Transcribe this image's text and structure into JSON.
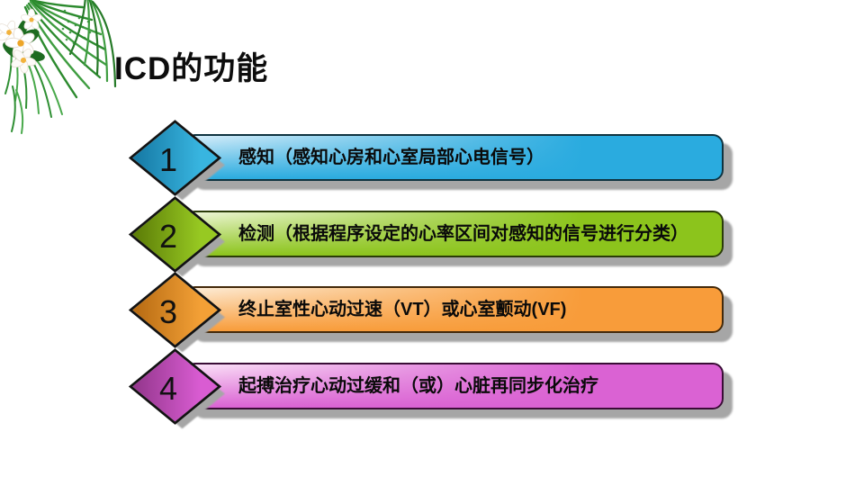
{
  "slide": {
    "title": "ICD的功能",
    "background": "#ffffff",
    "shadow_color": "#a6a6a6"
  },
  "decoration": {
    "description": "palm-leaves-with-white-plumeria-flowers",
    "leaf_green": "#2f8f33",
    "leaf_dark_green": "#1d6b20",
    "flower_white": "#ffffff",
    "flower_center": "#f2b23c"
  },
  "rows": [
    {
      "number": "1",
      "label": "感知（感知心房和心室局部心电信号）",
      "colors": {
        "barlight": "#d9eefa",
        "barmain": "#2aabdf",
        "ddark": "#177ba6",
        "dlight": "#38b5e0",
        "border": "#0f3340"
      }
    },
    {
      "number": "2",
      "label": "检测（根据程序设定的心率区间对感知的信号进行分类）",
      "colors": {
        "barlight": "#eff7da",
        "barmain": "#8cc41c",
        "ddark": "#5e7f08",
        "dlight": "#97c922",
        "border": "#2a3c08"
      }
    },
    {
      "number": "3",
      "label": "终止室性心动过速（VT）或心室颤动(VF)",
      "colors": {
        "barlight": "#fdeeda",
        "barmain": "#f89c3a",
        "ddark": "#b96d14",
        "dlight": "#f3a036",
        "border": "#43290a"
      }
    },
    {
      "number": "4",
      "label": "起搏治疗心动过缓和（或）心脏再同步化治疗",
      "colors": {
        "barlight": "#fbe5f8",
        "barmain": "#da62d3",
        "ddark": "#96388f",
        "dlight": "#d95cd2",
        "border": "#3a0d36"
      }
    }
  ]
}
